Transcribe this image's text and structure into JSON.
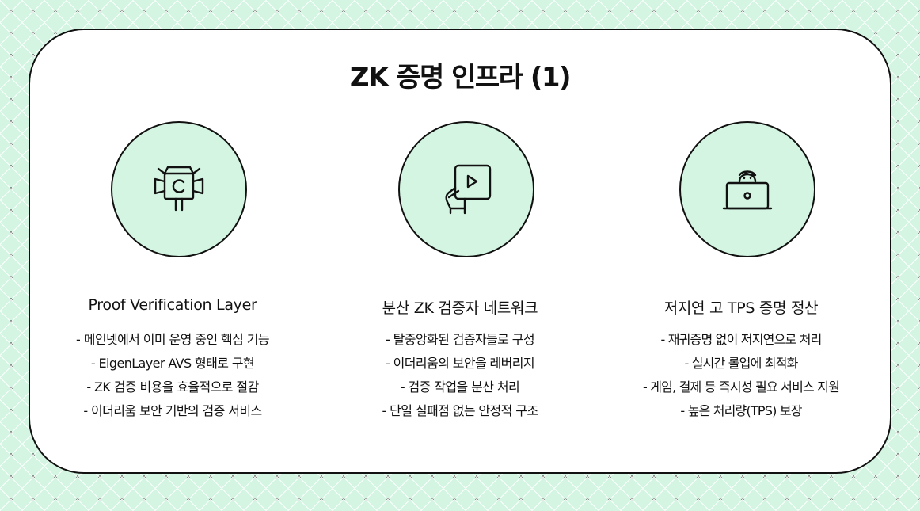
{
  "title": "ZK 증명 인프라 (1)",
  "columns": [
    {
      "icon": "film-camera-light-icon",
      "heading": "Proof Verification Layer",
      "bullets": [
        "- 메인넷에서 이미 운영 중인 핵심 기능",
        "- EigenLayer AVS 형태로 구현",
        "- ZK 검증 비용을 효율적으로 절감",
        "- 이더리움 보안 기반의 검증 서비스"
      ]
    },
    {
      "icon": "hand-tablet-play-icon",
      "heading": "분산 ZK 검증자 네트워크",
      "bullets": [
        "- 탈중앙화된 검증자들로 구성",
        "- 이더리움의 보안을 레버리지",
        "- 검증 작업을 분산 처리",
        "- 단일 실패점 없는 안정적 구조"
      ]
    },
    {
      "icon": "person-laptop-icon",
      "heading": "저지연 고 TPS 증명 정산",
      "bullets": [
        "- 재귀증명 없이 저지연으로 처리",
        "- 실시간 롤업에 최적화",
        "- 게임, 결제 등 즉시성 필요 서비스 지원",
        "- 높은 처리량(TPS) 보장"
      ]
    }
  ]
}
